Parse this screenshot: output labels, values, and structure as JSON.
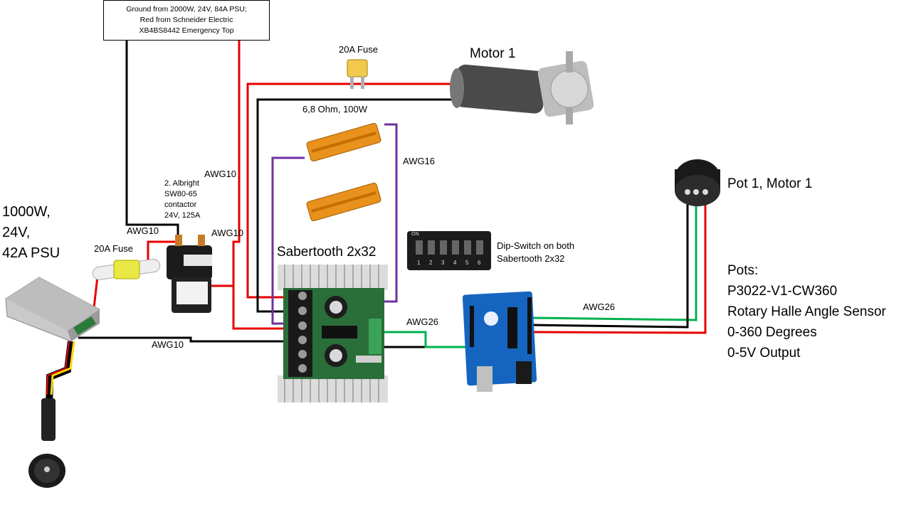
{
  "note": {
    "lines": [
      "Ground from 2000W, 24V, 84A PSU;",
      "Red from  Schneider Electric",
      "XB4BS8442 Emergency Top"
    ]
  },
  "labels": {
    "fuse_top": "20A Fuse",
    "motor": "Motor 1",
    "resistor": "6,8 Ohm, 100W",
    "awg16": "AWG16",
    "awg10_contactor_top": "AWG10",
    "contactor_lines": [
      "2. Albright",
      "SW80-65",
      "contactor",
      "24V, 125A"
    ],
    "awg10_left": "AWG10",
    "awg10_right": "AWG10",
    "fuse_left": "20A Fuse",
    "psu_lines": [
      "1000W,",
      "24V,",
      "42A PSU"
    ],
    "sabertooth": "Sabertooth 2x32",
    "dip_lines": [
      "Dip-Switch on both",
      "Sabertooth  2x32"
    ],
    "awg26_left": "AWG26",
    "awg26_right": "AWG26",
    "awg10_bottom": "AWG10",
    "pot": "Pot 1, Motor 1",
    "pots_lines": [
      "Pots:",
      "P3022-V1-CW360",
      "Rotary Halle Angle Sensor",
      "0-360 Degrees",
      "0-5V Output"
    ],
    "dip_on": "ON",
    "dip_numbers": [
      "1",
      "2",
      "3",
      "4",
      "5",
      "6"
    ]
  },
  "colors": {
    "wire_red": "#e60000",
    "wire_black": "#000000",
    "wire_purple": "#7030a0",
    "wire_green": "#00b050",
    "wire_yellow": "#ffd700",
    "resistor": "#e8911c",
    "pcb_green": "#2a6e3a",
    "arduino_blue": "#1565c0"
  }
}
